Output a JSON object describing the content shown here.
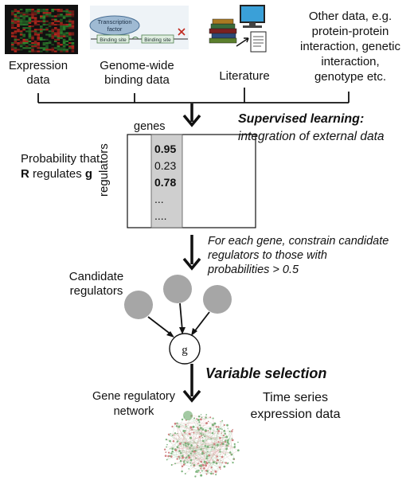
{
  "sources": {
    "expression": {
      "line1": "Expression",
      "line2": "data"
    },
    "binding": {
      "line1": "Genome-wide",
      "line2": "binding data",
      "tf_label1": "Transcription",
      "tf_label2": "factor",
      "site1": "Binding site",
      "site2": "Binding site"
    },
    "literature": {
      "label": "Literature"
    },
    "other": {
      "line1": "Other data, e.g.",
      "line2": "protein-protein",
      "line3": "interaction, genetic",
      "line4": "interaction,",
      "line5": "genotype etc."
    }
  },
  "supervised": {
    "title": "Supervised learning:",
    "subtitle": "integration of external data"
  },
  "matrix": {
    "col_header": "genes",
    "row_header": "regulators",
    "prob_line1": "Probability that",
    "prob_bold_r": "R",
    "prob_mid": " regulates ",
    "prob_bold_g": "g",
    "values": [
      {
        "text": "0.95",
        "bold": true
      },
      {
        "text": "0.23",
        "bold": false
      },
      {
        "text": "0.78",
        "bold": true
      },
      {
        "text": "...",
        "bold": false
      },
      {
        "text": "....",
        "bold": false
      }
    ]
  },
  "constrain": {
    "line1": "For each gene, constrain candidate",
    "line2": "regulators to those with",
    "line3": "probabilities > 0.5"
  },
  "candidates": {
    "line1": "Candidate",
    "line2": "regulators",
    "gene_node": "g"
  },
  "variable_selection": {
    "title": "Variable selection"
  },
  "network": {
    "line1": "Gene regulatory",
    "line2": "network"
  },
  "timeseries": {
    "line1": "Time series",
    "line2": "expression data"
  },
  "colors": {
    "node_gray": "#a6a6a6",
    "column_gray": "#cfcfcf",
    "heat_red": "#c0281e",
    "heat_green": "#2f8a2f",
    "net_green": "#7cb37c",
    "net_red": "#d08080"
  }
}
